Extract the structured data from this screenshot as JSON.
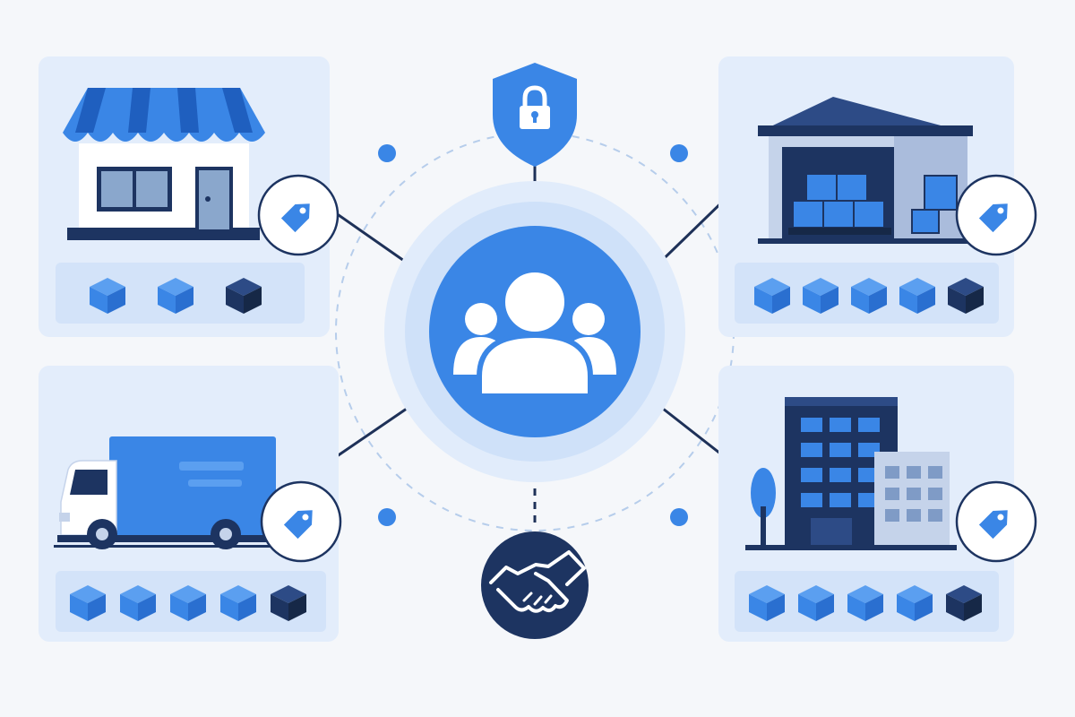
{
  "colors": {
    "background": "#f5f7fa",
    "panel": "#e3edfb",
    "tray": "#d3e3f9",
    "primary": "#3a86e6",
    "primary_light": "#5b9ff0",
    "navy": "#1d3461",
    "navy_mid": "#2d4b86",
    "line": "#1e3158",
    "dashed": "#b6cdeb",
    "halo_outer": "#e1ecfb",
    "halo_inner": "#cfe1f9",
    "white": "#ffffff"
  },
  "hub": {
    "icon": "users-group-icon",
    "top_badge_icon": "shield-lock-icon",
    "bottom_badge_icon": "handshake-icon"
  },
  "nodes": [
    {
      "id": "store",
      "icon": "storefront-icon",
      "tag_icon": "price-tag-icon",
      "inventory": [
        "light",
        "light",
        "dark"
      ]
    },
    {
      "id": "warehouse",
      "icon": "warehouse-icon",
      "tag_icon": "price-tag-icon",
      "inventory": [
        "light",
        "light",
        "light",
        "light",
        "dark"
      ]
    },
    {
      "id": "truck",
      "icon": "delivery-truck-icon",
      "tag_icon": "price-tag-icon",
      "inventory": [
        "light",
        "light",
        "light",
        "light",
        "dark"
      ]
    },
    {
      "id": "office",
      "icon": "office-building-icon",
      "tag_icon": "price-tag-icon",
      "inventory": [
        "light",
        "light",
        "light",
        "light",
        "dark"
      ]
    }
  ]
}
